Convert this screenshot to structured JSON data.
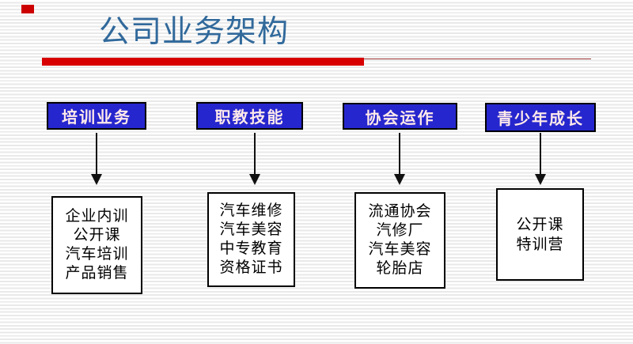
{
  "slide": {
    "title": "公司业务架构",
    "accent_color": "#cc0000",
    "underline_thick_color": "#d80000",
    "underline_thin_color": "#993333",
    "title_color": "#31699b",
    "header_box_bg": "#2626ce",
    "header_box_text_color": "#ffeaea",
    "arrow_color": "#111111"
  },
  "columns": [
    {
      "header": "培训业务",
      "items": [
        "企业内训",
        "公开课",
        "汽车培训",
        "产品销售"
      ]
    },
    {
      "header": "职教技能",
      "items": [
        "汽车维修",
        "汽车美容",
        "中专教育",
        "资格证书"
      ]
    },
    {
      "header": "协会运作",
      "items": [
        "流通协会",
        "汽修厂",
        "汽车美容",
        "轮胎店"
      ]
    },
    {
      "header": "青少年成长",
      "items": [
        "公开课",
        "特训营"
      ]
    }
  ]
}
